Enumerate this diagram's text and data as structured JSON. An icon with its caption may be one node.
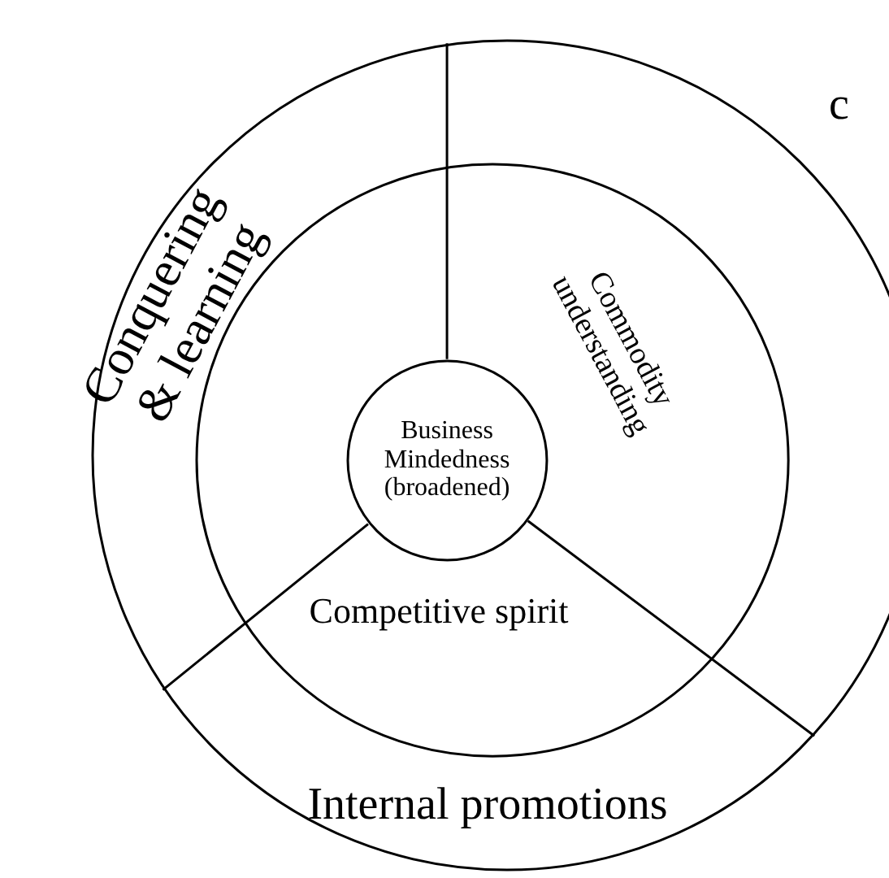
{
  "diagram": {
    "nodes": [
      {
        "text": [
          "Conquering & learning",
          "Internal promotions"
        ]
      },
      {
        "text": [
          "Commodity understanding",
          "Competitive spirit"
        ],
        "in": 0
      },
      {
        "text": [
          "Business Mindedness (broadened)"
        ],
        "in": 1
      }
    ],
    "labels": [
      "c"
    ]
  }
}
